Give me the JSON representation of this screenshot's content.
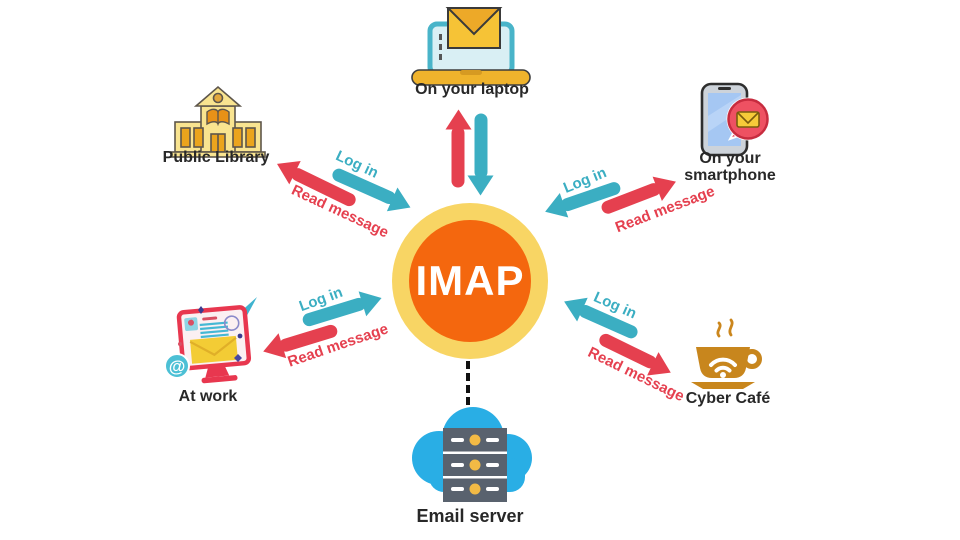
{
  "center": {
    "label": "IMAP"
  },
  "nodes": {
    "laptop": {
      "label": "On your laptop"
    },
    "library": {
      "label": "Public Library"
    },
    "smartphone": {
      "label": "On your smartphone"
    },
    "work": {
      "label": "At work"
    },
    "cafe": {
      "label": "Cyber Café"
    },
    "server": {
      "label": "Email server"
    }
  },
  "connections": {
    "library": {
      "login": "Log in",
      "read": "Read message"
    },
    "smartphone": {
      "login": "Log in",
      "read": "Read message"
    },
    "work": {
      "login": "Log in",
      "read": "Read message"
    },
    "cafe": {
      "login": "Log in",
      "read": "Read message"
    }
  },
  "icons": {
    "work_at_symbol": "@"
  },
  "colors": {
    "login_arrow": "#3BAEC2",
    "read_arrow": "#E5404F",
    "circle_outer": "#F8D564",
    "circle_inner": "#F4670E",
    "cloud": "#29AEE5",
    "server_rack": "#59626E",
    "label_text": "#282828"
  }
}
